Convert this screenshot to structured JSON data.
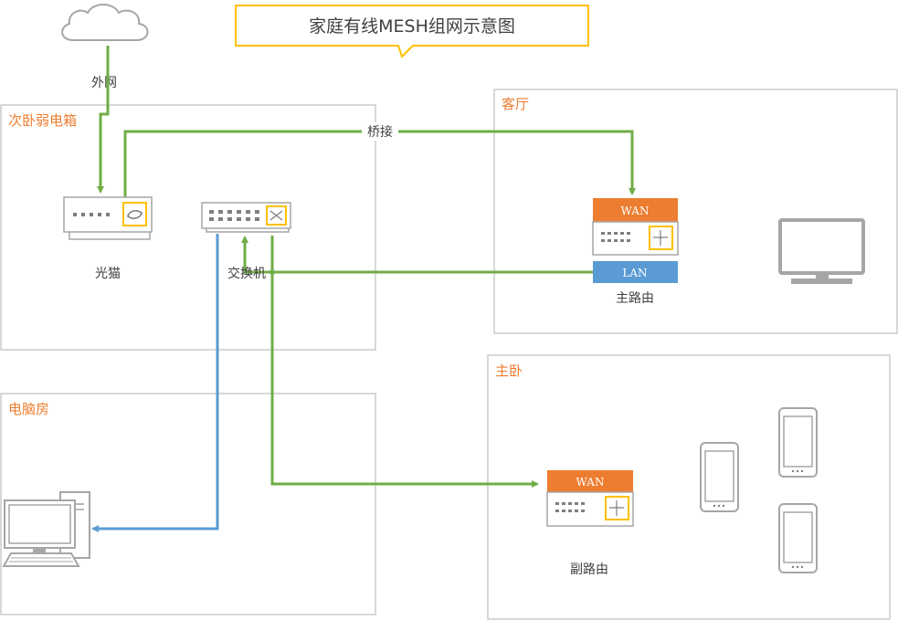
{
  "title": "家庭有线MESH组网示意图",
  "rooms": {
    "secondary_bedroom": "次卧弱电箱",
    "living_room": "客厅",
    "master_bedroom": "主卧",
    "computer_room": "电脑房"
  },
  "devices": {
    "internet": "外网",
    "modem": "光猫",
    "switch": "交换机",
    "main_router": "主路由",
    "sub_router": "副路由"
  },
  "badges": {
    "main_wan": "WAN",
    "main_lan": "LAN",
    "sub_wan": "WAN"
  },
  "links": {
    "bridge": "桥接"
  },
  "colors": {
    "green_link": "#70AD47",
    "blue_link": "#5B9BD5",
    "orange": "#ED7D31",
    "gold": "#FFC000",
    "box_border": "#BFBFBF"
  }
}
